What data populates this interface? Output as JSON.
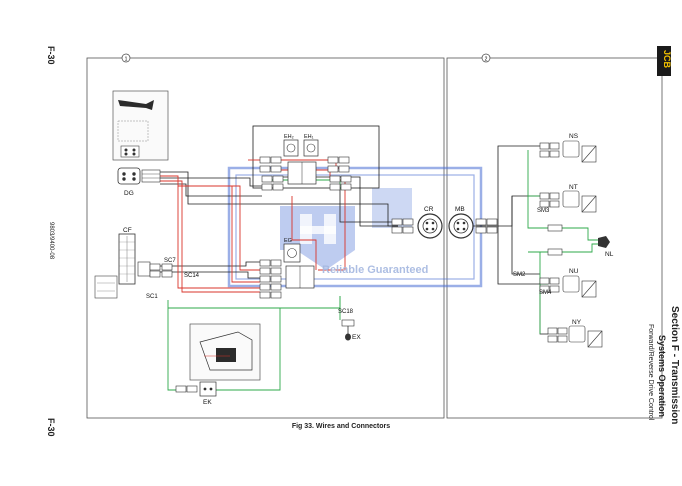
{
  "page": {
    "page_label_top": "F-30",
    "page_label_bottom": "F-30",
    "doc_number": "9803/9400-08",
    "section_title": "Section F - Transmission",
    "subsection_title": "Systems Operation",
    "topic": "Forward/Reverse Drive Control",
    "figure_caption": "Fig 33. Wires and Connectors",
    "logo_text": "JCB"
  },
  "diagram": {
    "panel_marks": [
      "1",
      "2"
    ],
    "components": {
      "dg": "DG",
      "cf": "CF",
      "eh1": "EH₂",
      "eh2": "EH₁",
      "eg": "EG",
      "cr": "CR",
      "mb": "MB",
      "ns": "NS",
      "nt": "NT",
      "nl": "NL",
      "nu": "NU",
      "ny": "NY",
      "ek": "EK",
      "ex": "EX"
    },
    "splices": {
      "sc7": "SC7",
      "sc14": "SC14",
      "sc1": "SC1",
      "sc18": "SC18",
      "sm3": "SM3",
      "sm2": "SM2",
      "sm4": "SM4"
    }
  },
  "watermark": {
    "text": "Reliable Guaranteed"
  },
  "colors": {
    "wire_red": "#d9342b",
    "wire_green": "#2ea84a",
    "wire_black": "#1e1e1e",
    "watermark_blue": "#3b5fc9"
  }
}
